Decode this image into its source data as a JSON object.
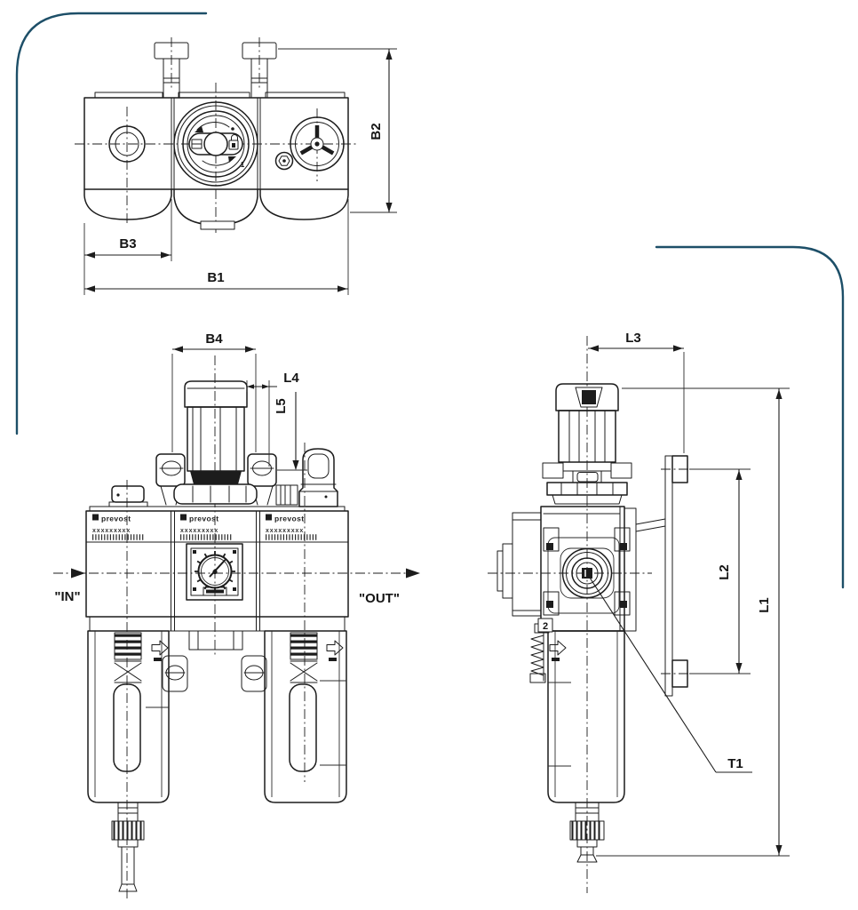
{
  "colors": {
    "line": "#1c1c1c",
    "accent": "#1d4f68",
    "background": "#ffffff"
  },
  "top_view": {
    "dim_b1": "B1",
    "dim_b2": "B2",
    "dim_b3": "B3",
    "knob_mark": "1"
  },
  "front_view": {
    "dim_b4": "B4",
    "dim_l4": "L4",
    "dim_l5": "L5",
    "port_in": "\"IN\"",
    "port_out": "\"OUT\"",
    "modules": [
      {
        "brand": "prevost",
        "code": "xxxxxxxxx"
      },
      {
        "brand": "prevost",
        "code": "xxxxxxxxx"
      },
      {
        "brand": "prevost",
        "code": "xxxxxxxxx"
      }
    ]
  },
  "side_view": {
    "dim_l1": "L1",
    "dim_l2": "L2",
    "dim_l3": "L3",
    "leader_t1": "T1",
    "bowl_tag": "2"
  }
}
